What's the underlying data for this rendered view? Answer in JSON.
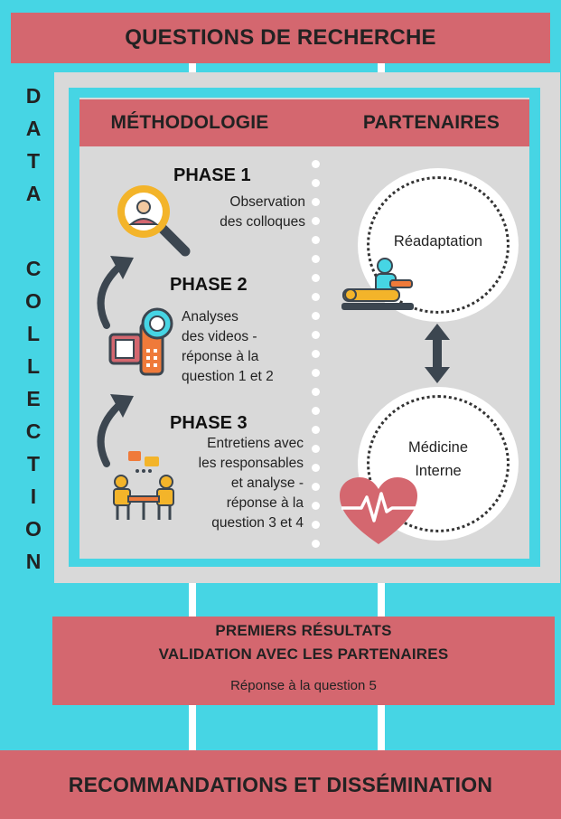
{
  "header": {
    "title": "QUESTIONS DE RECHERCHE"
  },
  "data_collection": {
    "letters": [
      "D",
      "A",
      "T",
      "A",
      "C",
      "O",
      "L",
      "L",
      "E",
      "C",
      "T",
      "I",
      "O",
      "N"
    ]
  },
  "methodology": {
    "col_methodologie": "MÉTHODOLOGIE",
    "col_partenaires": "PARTENAIRES",
    "phases": [
      {
        "title": "PHASE 1",
        "lines": [
          "Observation",
          "des colloques"
        ],
        "icon": "magnifier-person-icon"
      },
      {
        "title": "PHASE 2",
        "lines": [
          "Analyses",
          "des videos -",
          "réponse à la",
          "question 1 et 2"
        ],
        "icon": "video-camera-icon"
      },
      {
        "title": "PHASE 3",
        "lines": [
          "Entretiens avec",
          "les responsables",
          "et analyse -",
          "réponse à la",
          "question 3 et 4"
        ],
        "icon": "meeting-icon"
      }
    ],
    "partners": [
      {
        "label": "Réadaptation",
        "icon": "rehab-patient-icon"
      },
      {
        "lines": [
          "Médicine",
          "Interne"
        ],
        "icon": "heart-pulse-icon"
      }
    ]
  },
  "results": {
    "line1": "PREMIERS RÉSULTATS",
    "line2": "VALIDATION AVEC LES PARTENAIRES",
    "sub": "Réponse à la question 5"
  },
  "footer": {
    "title": "RECOMMANDATIONS ET DISSÉMINATION"
  },
  "colors": {
    "cyan": "#46d5e4",
    "pink": "#d4676f",
    "grey": "#d9d9d9",
    "dark": "#3c4650",
    "yellow": "#f3b42a",
    "orange": "#ef7a3a"
  }
}
